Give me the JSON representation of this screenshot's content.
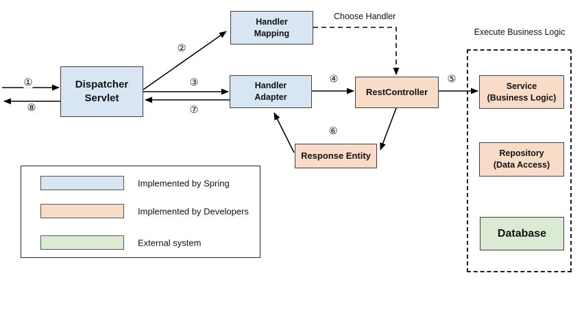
{
  "diagram": {
    "annotations": {
      "choose_handler": "Choose Handler",
      "execute_business_logic": "Execute Business Logic"
    },
    "nodes": {
      "dispatcher_servlet": "Dispatcher\nServlet",
      "handler_mapping": "Handler\nMapping",
      "handler_adapter": "Handler\nAdapter",
      "rest_controller": "RestController",
      "response_entity": "Response Entity",
      "service": "Service\n(Business Logic)",
      "repository": "Repository\n(Data Access)",
      "database": "Database"
    },
    "steps": {
      "step1": "①",
      "step2": "②",
      "step3": "③",
      "step4": "④",
      "step5": "⑤",
      "step6": "⑥",
      "step7": "⑦",
      "step8": "⑧"
    },
    "legend": {
      "items": [
        {
          "label": "Implemented by Spring",
          "color": "#d8e5f2"
        },
        {
          "label": "Implemented by Developers",
          "color": "#f9dcc7"
        },
        {
          "label": "External system",
          "color": "#daead3"
        }
      ]
    },
    "colors": {
      "spring_blue": "#d8e5f2",
      "developer_orange": "#f9dcc7",
      "external_green": "#daead3",
      "line_black": "#000000",
      "border_gray": "#3d3d3d"
    }
  }
}
